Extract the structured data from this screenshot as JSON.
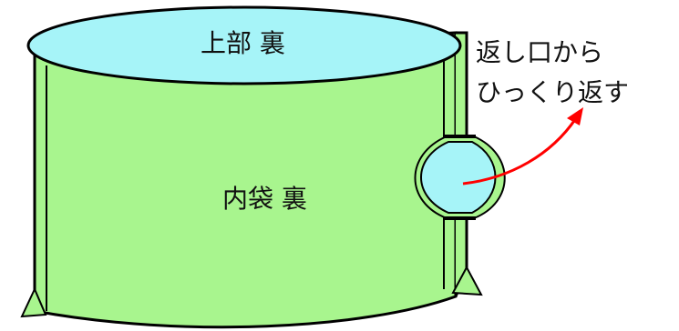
{
  "labels": {
    "top_lining": "上部 裏",
    "inner_bag_lining": "内袋 裏",
    "note_line1": "返し口から",
    "note_line2": "ひっくり返す"
  },
  "colors": {
    "body_fill": "#a8f58e",
    "top_fill": "#a6f4f8",
    "opening_fill": "#a6f4f8",
    "outline": "#000000",
    "arrow": "#ff0000"
  }
}
